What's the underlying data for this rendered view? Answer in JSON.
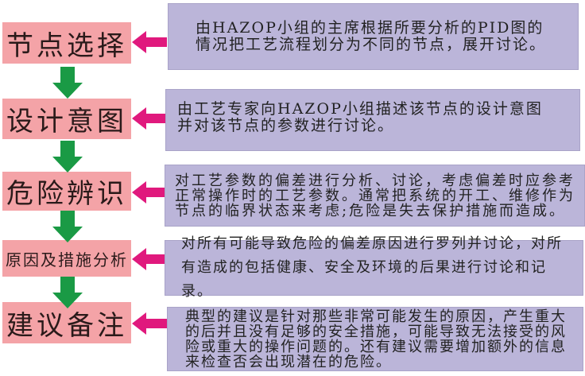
{
  "steps": [
    {
      "label": "节点选择",
      "description": "由HAZOP小组的主席根据所要分析的PID图的情况把工艺流程划分为不同的节点，展开讨论。"
    },
    {
      "label": "设计意图",
      "description": "由工艺专家向HAZOP小组描述该节点的设计意图并对该节点的参数进行讨论。"
    },
    {
      "label": "危险辨识",
      "description": "对工艺参数的偏差进行分析、讨论，考虑偏差时应参考正常操作时的工艺参数。通常把系统的开工、维修作为节点的临界状态来考虑;危险是失去保护措施而造成。"
    },
    {
      "label": "原因及措施分析",
      "description": "对所有可能导致危险的偏差原因进行罗列并讨论，对所有造成的包括健康、安全及环境的后果进行讨论和记录。"
    },
    {
      "label": "建议备注",
      "description": "典型的建议是针对那些非常可能发生的原因，产生重大的后并且没有足够的安全措施，可能导致无法接受的风险或重大的操作问题的。还有建议需要增加额外的信息来检查否会出现潜在的危险。"
    }
  ],
  "colors": {
    "step_fill": "#f4a3a7",
    "description_fill": "#bbb5d9",
    "flow_arrow": "#1a9a45",
    "link_arrow": "#e0197d"
  }
}
